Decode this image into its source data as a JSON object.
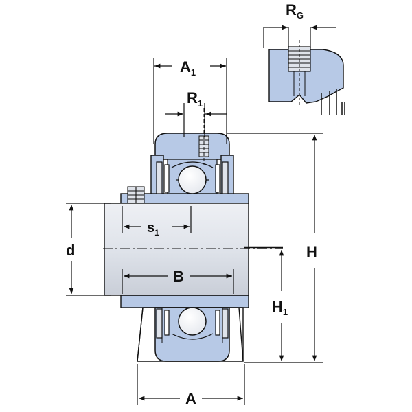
{
  "diagram": {
    "labels": {
      "rg": {
        "main": "R",
        "sub": "G"
      },
      "a1": {
        "main": "A",
        "sub": "1"
      },
      "r1": {
        "main": "R",
        "sub": "1"
      },
      "s1": {
        "main": "s",
        "sub": "1"
      },
      "d": {
        "main": "d"
      },
      "b": {
        "main": "B"
      },
      "h": {
        "main": "H"
      },
      "h1": {
        "main": "H",
        "sub": "1"
      },
      "a": {
        "main": "A"
      }
    },
    "colors": {
      "housing_fill": "#b7c9e6",
      "shaft_fill": "#dfe3ea",
      "ball_fill": "#ffffff",
      "line": "#111111"
    }
  }
}
